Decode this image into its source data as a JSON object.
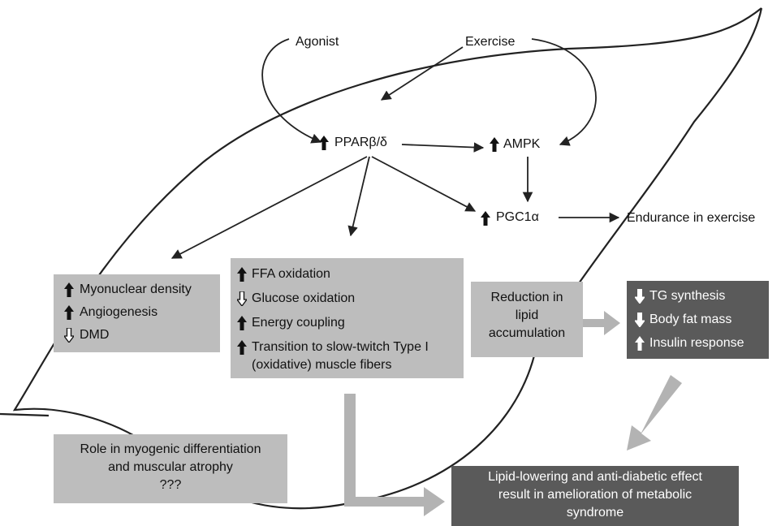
{
  "nodes": {
    "agonist": "Agonist",
    "exercise": "Exercise",
    "ppar": "PPARβ/δ",
    "ampk": "AMPK",
    "pgc1a": "PGC1α",
    "endurance": "Endurance in exercise"
  },
  "muscle_box": {
    "items": [
      {
        "dir": "up",
        "text": "Myonuclear density"
      },
      {
        "dir": "up",
        "text": "Angiogenesis"
      },
      {
        "dir": "down",
        "text": "DMD"
      }
    ]
  },
  "metabolism_box": {
    "items": [
      {
        "dir": "up",
        "text": "FFA oxidation"
      },
      {
        "dir": "down",
        "text": "Glucose oxidation"
      },
      {
        "dir": "up",
        "text": "Energy coupling"
      },
      {
        "dir": "up",
        "text": "Transition to slow-twitch Type I"
      }
    ],
    "continuation": "(oxidative) muscle fibers"
  },
  "lipid_box": {
    "line1": "Reduction in",
    "line2": "lipid",
    "line3": "accumulation"
  },
  "dark_box": {
    "items": [
      {
        "dir": "down",
        "text": "TG synthesis"
      },
      {
        "dir": "down",
        "text": "Body fat mass"
      },
      {
        "dir": "up",
        "text": "Insulin response"
      }
    ]
  },
  "myogenic_box": {
    "line1": "Role in myogenic differentiation",
    "line2": "and muscular atrophy",
    "line3": "???"
  },
  "result_box": {
    "line1": "Lipid-lowering and anti-diabetic effect",
    "line2": "result in amelioration of metabolic",
    "line3": "syndrome"
  },
  "colors": {
    "box_light": "#bdbdbd",
    "box_dark": "#5a5a5a",
    "block_arrow": "#b3b3b3",
    "line": "#222222"
  }
}
